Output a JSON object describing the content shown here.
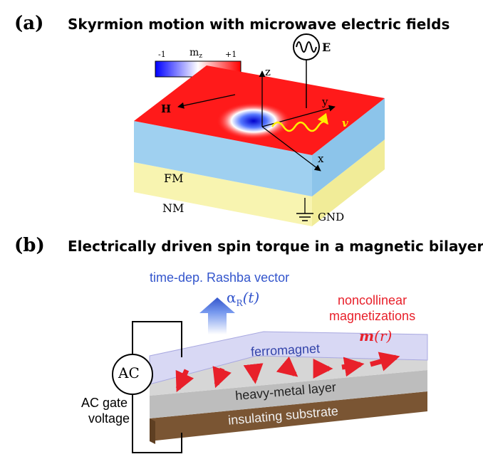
{
  "panel_a": {
    "letter": "(a)",
    "title": "Skyrmion motion with microwave electric fields",
    "colorbar": {
      "min": "-1",
      "max": "+1",
      "label": "m",
      "label_sub": "z"
    },
    "labels": {
      "H": "H",
      "E": "E",
      "z": "z",
      "y_axis": "y",
      "x_axis": "x",
      "v": "v",
      "FM": "FM",
      "NM": "NM",
      "GND": "GND"
    }
  },
  "panel_b": {
    "letter": "(b)",
    "title": "Electrically driven spin torque in a magnetic bilayer",
    "labels": {
      "rashba_line1": "time-dep. Rashba vector",
      "rashba_symbol": "α",
      "rashba_sub": "R",
      "rashba_arg": "(t)",
      "noncollinear_line1": "noncollinear",
      "noncollinear_line2": "magnetizations",
      "m_symbol": "m",
      "m_arg": "(r)",
      "ferromagnet": "ferromagnet",
      "heavy_metal": "heavy-metal layer",
      "substrate": "insulating substrate",
      "ac": "AC",
      "gate_line1": "AC gate",
      "gate_line2": "voltage"
    }
  },
  "colors": {
    "fm_red": "#ff1a1a",
    "fm_blue_side": "#9fd0f0",
    "nm_yellow": "#f8f4b0",
    "rashba_blue": "#3355cc",
    "magnetization_red": "#e8202a",
    "ferromagnet_layer": "#c8c8f0",
    "heavy_metal": "#b8b8b8",
    "substrate": "#7a5533",
    "velocity_arrow": "#ffee00"
  }
}
